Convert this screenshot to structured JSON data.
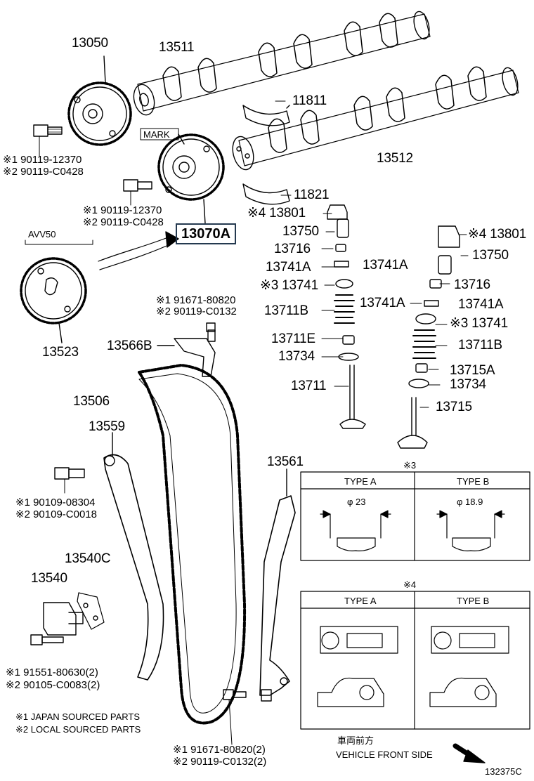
{
  "labels": {
    "p13050": "13050",
    "p13511": "13511",
    "p11811": "11811",
    "p13512": "13512",
    "mark": "MARK",
    "b1a": "※1 90119-12370",
    "b1b": "※2 90119-C0428",
    "b2a": "※1 90119-12370",
    "b2b": "※2 90119-C0428",
    "p13070a": "13070A",
    "avv": "AVV50",
    "p13523": "13523",
    "p11821": "11821",
    "p13801a": "※4 13801",
    "p13750a": "13750",
    "p13716a": "13716",
    "p13741aL": "13741A",
    "p13741aR": "13741A",
    "p13741L": "※3 13741",
    "p13711bL": "13711B",
    "p13711e": "13711E",
    "p13734L": "13734",
    "p13711": "13711",
    "p13801b": "※4 13801",
    "p13750b": "13750",
    "p13716b": "13716",
    "p13741aR2L": "13741A",
    "p13741aR2R": "13741A",
    "p13741R": "※3 13741",
    "p13711bR": "13711B",
    "p13715a": "13715A",
    "p13734R": "13734",
    "p13715": "13715",
    "b3a": "※1 91671-80820",
    "b3b": "※2 90119-C0132",
    "p13566b": "13566B",
    "p13506": "13506",
    "p13559": "13559",
    "b4a": "※1 90109-08304",
    "b4b": "※2 90109-C0018",
    "p13540c": "13540C",
    "p13540": "13540",
    "b5a": "※1 91551-80630(2)",
    "b5b": "※2 90105-C0083(2)",
    "p13561": "13561",
    "b6a": "※1 91671-80820(2)",
    "b6b": "※2 90119-C0132(2)"
  },
  "notes": {
    "n1": "※1 JAPAN SOURCED PARTS",
    "n2": "※2 LOCAL SOURCED PARTS"
  },
  "table3": {
    "mark": "※3",
    "typeA": "TYPE A",
    "typeB": "TYPE B",
    "dimA": "φ 23",
    "dimB": "φ 18.9"
  },
  "table4": {
    "mark": "※4",
    "typeA": "TYPE A",
    "typeB": "TYPE B"
  },
  "direction": {
    "jp": "車両前方",
    "en": "VEHICLE FRONT SIDE"
  },
  "figure_id": "132375C"
}
